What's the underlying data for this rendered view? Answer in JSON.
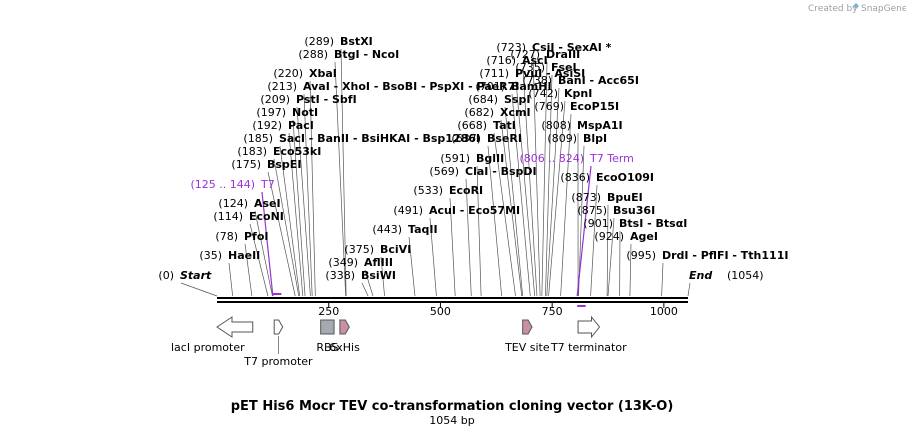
{
  "credit": {
    "prefix": "Created by",
    "brand": "SnapGene"
  },
  "title": "pET His6 Mocr TEV co-transformation cloning vector (13K-O)",
  "length_label": "1054 bp",
  "length_bp": 1054,
  "ticks": [
    "250",
    "500",
    "750",
    "1000"
  ],
  "tick_values": [
    250,
    500,
    750,
    1000
  ],
  "sites": [
    {
      "pos": "(0)",
      "name": "Start",
      "bp": 0,
      "style": "end"
    },
    {
      "pos": "(35)",
      "name": "HaeII",
      "bp": 35
    },
    {
      "pos": "(78)",
      "name": "PfoI",
      "bp": 78
    },
    {
      "pos": "(114)",
      "name": "EcoNI",
      "bp": 114
    },
    {
      "pos": "(124)",
      "name": "AseI",
      "bp": 124
    },
    {
      "pos": "(125 .. 144)",
      "name": "T7",
      "bp": 125,
      "style": "primer"
    },
    {
      "pos": "(175)",
      "name": "BspEI",
      "bp": 175
    },
    {
      "pos": "(183)",
      "name": "Eco53kI",
      "bp": 183
    },
    {
      "pos": "(185)",
      "name": "SacI  -  BanII  -  BsiHKAI  -  Bsp1286I",
      "bp": 185
    },
    {
      "pos": "(192)",
      "name": "PacI",
      "bp": 192
    },
    {
      "pos": "(197)",
      "name": "NotI",
      "bp": 197
    },
    {
      "pos": "(209)",
      "name": "PstI  -  SbfI",
      "bp": 209
    },
    {
      "pos": "(213)",
      "name": "AvaI  -  XhoI  -  BsoBI  -  PspXI  -  PaeR7I",
      "bp": 213
    },
    {
      "pos": "(220)",
      "name": "XbaI",
      "bp": 220
    },
    {
      "pos": "(288)",
      "name": "BtgI  -  NcoI",
      "bp": 288
    },
    {
      "pos": "(289)",
      "name": "BstXI",
      "bp": 289
    },
    {
      "pos": "(338)",
      "name": "BsiWI",
      "bp": 338
    },
    {
      "pos": "(349)",
      "name": "AflIII",
      "bp": 349
    },
    {
      "pos": "(375)",
      "name": "BciVI",
      "bp": 375
    },
    {
      "pos": "(443)",
      "name": "TaqII",
      "bp": 443
    },
    {
      "pos": "(491)",
      "name": "AcuI  -  Eco57MI",
      "bp": 491
    },
    {
      "pos": "(533)",
      "name": "EcoRI",
      "bp": 533
    },
    {
      "pos": "(569)",
      "name": "ClaI  -  BspDI",
      "bp": 569
    },
    {
      "pos": "(591)",
      "name": "BglII",
      "bp": 591
    },
    {
      "pos": "(637)",
      "name": "BseRI",
      "bp": 637
    },
    {
      "pos": "(668)",
      "name": "TatI",
      "bp": 668
    },
    {
      "pos": "(682)",
      "name": "XcmI",
      "bp": 682
    },
    {
      "pos": "(684)",
      "name": "SspI",
      "bp": 684
    },
    {
      "pos": "(701)",
      "name": "BamHI",
      "bp": 701
    },
    {
      "pos": "(711)",
      "name": "PvuI  -  AsiSI",
      "bp": 711
    },
    {
      "pos": "(716)",
      "name": "AscI",
      "bp": 716
    },
    {
      "pos": "(723)",
      "name": "CsiI  -  SexAI *",
      "bp": 723
    },
    {
      "pos": "(727)",
      "name": "DraIII",
      "bp": 727
    },
    {
      "pos": "(735)",
      "name": "FseI",
      "bp": 735
    },
    {
      "pos": "(738)",
      "name": "BanI  -  Acc65I",
      "bp": 738
    },
    {
      "pos": "(742)",
      "name": "KpnI",
      "bp": 742
    },
    {
      "pos": "(769)",
      "name": "EcoP15I",
      "bp": 769
    },
    {
      "pos": "(808)",
      "name": "MspA1I",
      "bp": 808
    },
    {
      "pos": "(809)",
      "name": "BlpI",
      "bp": 809
    },
    {
      "pos": "(806 .. 824)",
      "name": "T7 Term",
      "bp": 806,
      "style": "primer"
    },
    {
      "pos": "(836)",
      "name": "EcoO109I",
      "bp": 836
    },
    {
      "pos": "(873)",
      "name": "BpuEI",
      "bp": 873
    },
    {
      "pos": "(875)",
      "name": "Bsu36I",
      "bp": 875
    },
    {
      "pos": "(901)",
      "name": "BtsI  -  BtsαI",
      "bp": 901
    },
    {
      "pos": "(924)",
      "name": "AgeI",
      "bp": 924
    },
    {
      "pos": "(995)",
      "name": "DrdI  -  PflFI  -  Tth111I",
      "bp": 995
    },
    {
      "pos": "(1054)",
      "name": "End",
      "bp": 1054,
      "style": "end"
    }
  ],
  "features": [
    {
      "label": "lacI promoter",
      "type": "promoter-left",
      "start": 0,
      "end": 80,
      "color": "#ffffff"
    },
    {
      "label": "T7 promoter",
      "type": "promoter-right",
      "start": 128,
      "end": 147,
      "color": "#ffffff"
    },
    {
      "label": "RBS",
      "type": "box",
      "start": 232,
      "end": 262,
      "color": "#a5a9b0"
    },
    {
      "label": "6xHis",
      "type": "tag",
      "start": 275,
      "end": 296,
      "color": "#c98fa6"
    },
    {
      "label": "TEV site",
      "type": "tag",
      "start": 684,
      "end": 705,
      "color": "#c98fa6"
    },
    {
      "label": "T7 terminator",
      "type": "terminator",
      "start": 808,
      "end": 856,
      "color": "#ffffff"
    }
  ]
}
